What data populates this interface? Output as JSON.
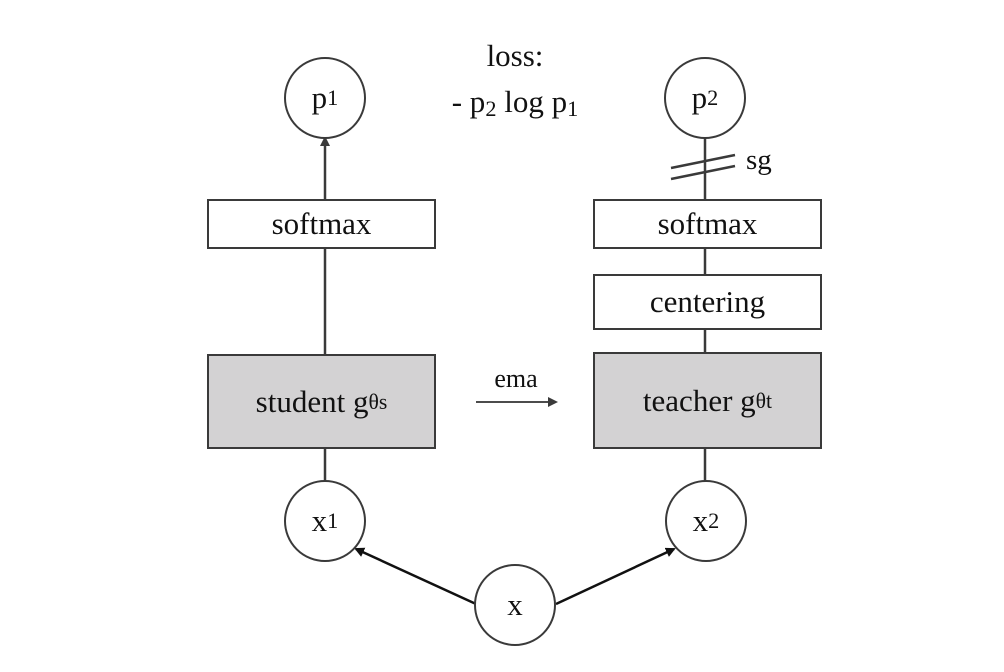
{
  "diagram": {
    "loss": {
      "title": "loss:",
      "formula_prefix": "- p",
      "formula_sub1": "2",
      "formula_mid": " log p",
      "formula_sub2": "1"
    },
    "student_branch": {
      "output": {
        "base": "p",
        "sub": "1"
      },
      "softmax": "softmax",
      "network": {
        "label": "student g",
        "sub": "θs"
      },
      "input": {
        "base": "x",
        "sub": "1"
      }
    },
    "teacher_branch": {
      "output": {
        "base": "p",
        "sub": "2"
      },
      "stop_grad": "sg",
      "softmax": "softmax",
      "centering": "centering",
      "network": {
        "label": "teacher g",
        "sub": "θt"
      },
      "input": {
        "base": "x",
        "sub": "2"
      }
    },
    "ema_label": "ema",
    "source_input": "x",
    "colors": {
      "network_fill": "#d3d2d3",
      "stroke": "#3a3a3a"
    }
  }
}
